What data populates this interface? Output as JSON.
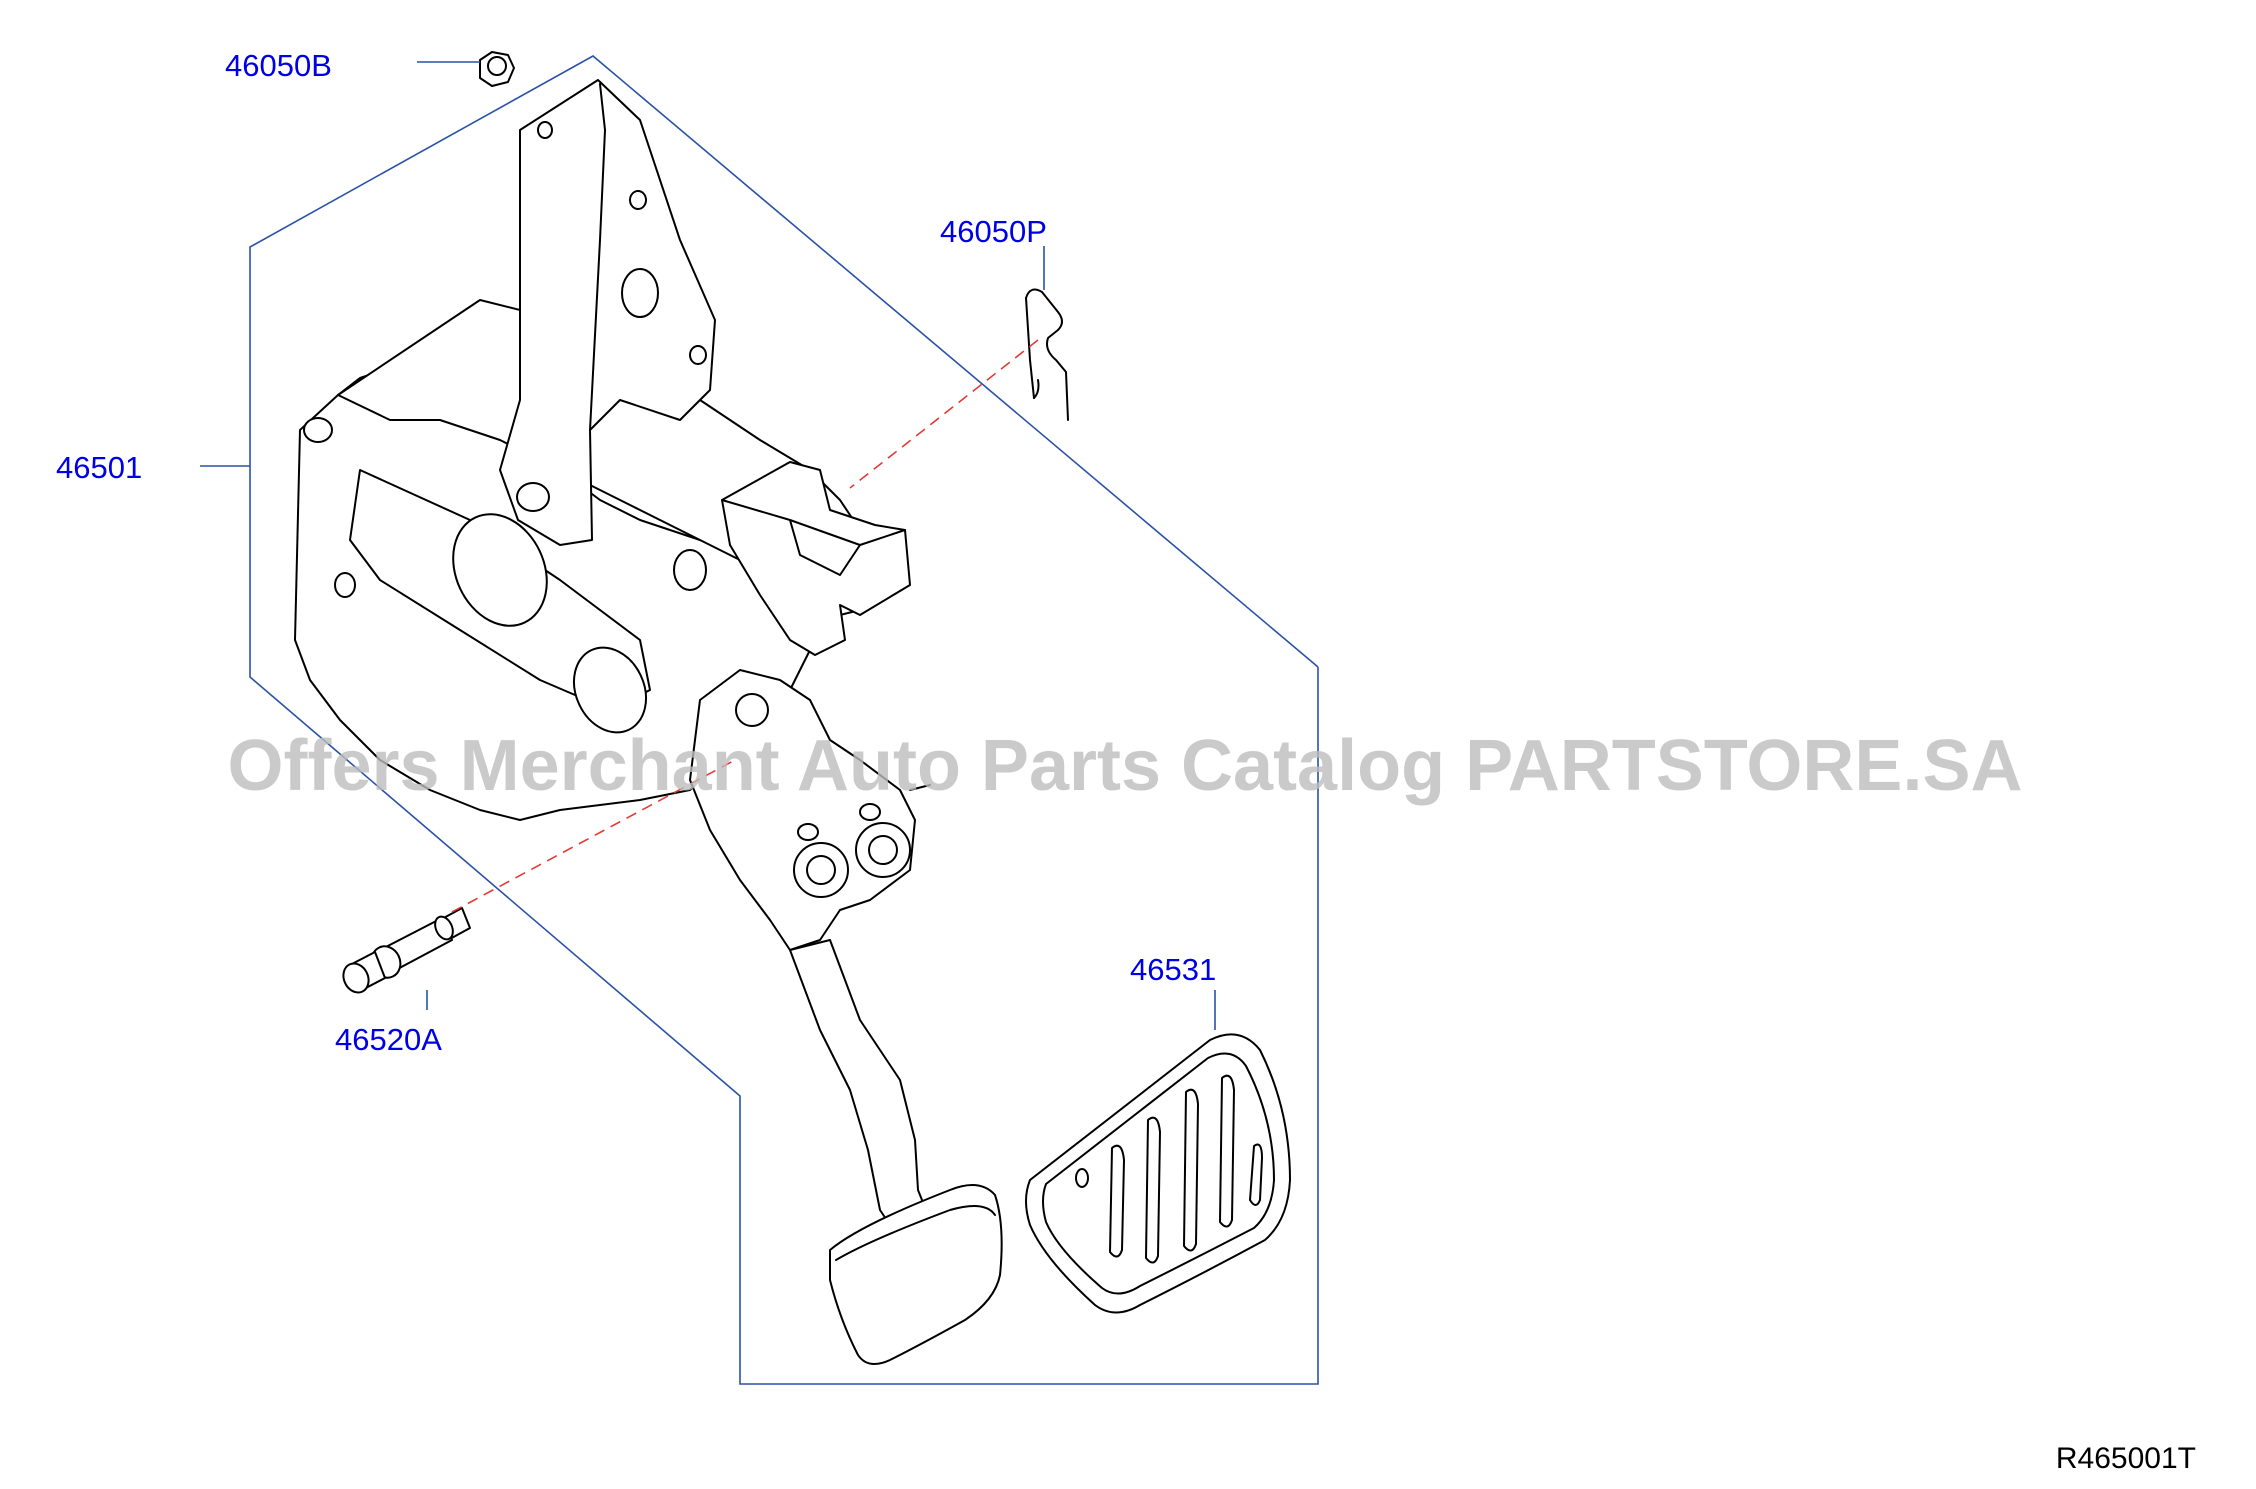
{
  "colors": {
    "label": "#0000e6",
    "frame": "#2a52a8",
    "leader": "#2a52a8",
    "dashed": "#e53935",
    "drawing": "#000000",
    "watermark": "#bdbdbd",
    "ref_code": "#000000"
  },
  "labels": {
    "p46050b": "46050B",
    "p46050p": "46050P",
    "p46501": "46501",
    "p46520a": "46520A",
    "p46531": "46531"
  },
  "ref_code": "R465001T",
  "watermark": "Offers Merchant Auto Parts Catalog PARTSTORE.SA"
}
